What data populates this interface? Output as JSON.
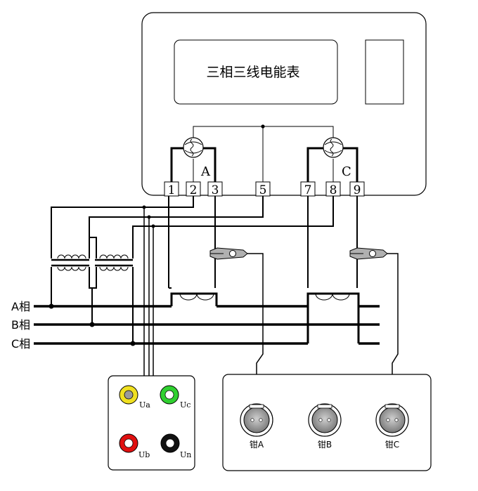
{
  "meter": {
    "title": "三相三线电能表",
    "element_a": "A",
    "element_c": "C",
    "terminals": [
      "1",
      "2",
      "3",
      "5",
      "7",
      "8",
      "9"
    ]
  },
  "phases": [
    "A相",
    "B相",
    "C相"
  ],
  "voltage_box": {
    "jacks": [
      {
        "label": "Ua",
        "color": "#f0e020"
      },
      {
        "label": "Uc",
        "color": "#30d030"
      },
      {
        "label": "Ub",
        "color": "#e01010"
      },
      {
        "label": "Un",
        "color": "#111111"
      }
    ]
  },
  "clamp_box": {
    "ports": [
      "钳A",
      "钳B",
      "钳C"
    ]
  }
}
